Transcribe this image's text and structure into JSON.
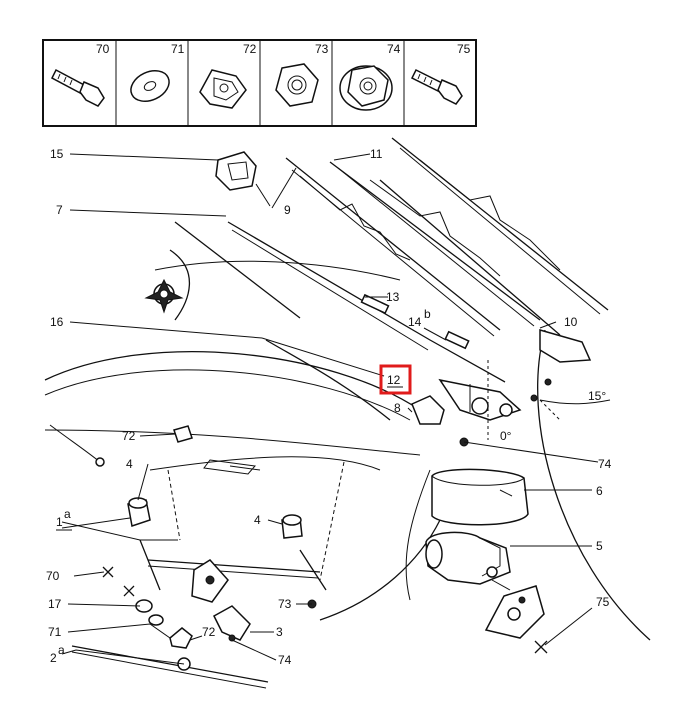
{
  "parts_strip": [
    {
      "number": "70",
      "icon": "bolt-icon"
    },
    {
      "number": "71",
      "icon": "washer-icon"
    },
    {
      "number": "72",
      "icon": "clip-nut-icon"
    },
    {
      "number": "73",
      "icon": "hex-nut-icon"
    },
    {
      "number": "74",
      "icon": "flange-nut-icon"
    },
    {
      "number": "75",
      "icon": "bolt-icon"
    }
  ],
  "callouts": {
    "c15": "15",
    "c11": "11",
    "c9": "9",
    "c7": "7",
    "c13": "13",
    "c14": "14",
    "c14_sup": "b",
    "c10": "10",
    "c16": "16",
    "c12": "12",
    "c8": "8",
    "c15deg": "15°",
    "c0deg": "0°",
    "c74a": "74",
    "c6": "6",
    "c5": "5",
    "c72a": "72",
    "c4a": "4",
    "c4b": "4",
    "c1": "1",
    "c1_sup": "a",
    "c70": "70",
    "c17": "17",
    "c71": "71",
    "c72b": "72",
    "c3": "3",
    "c74b": "74",
    "c73": "73",
    "c75": "75",
    "c2": "2",
    "c2_sup": "a"
  },
  "highlight": {
    "label": "12",
    "color": "#e01b1b"
  }
}
